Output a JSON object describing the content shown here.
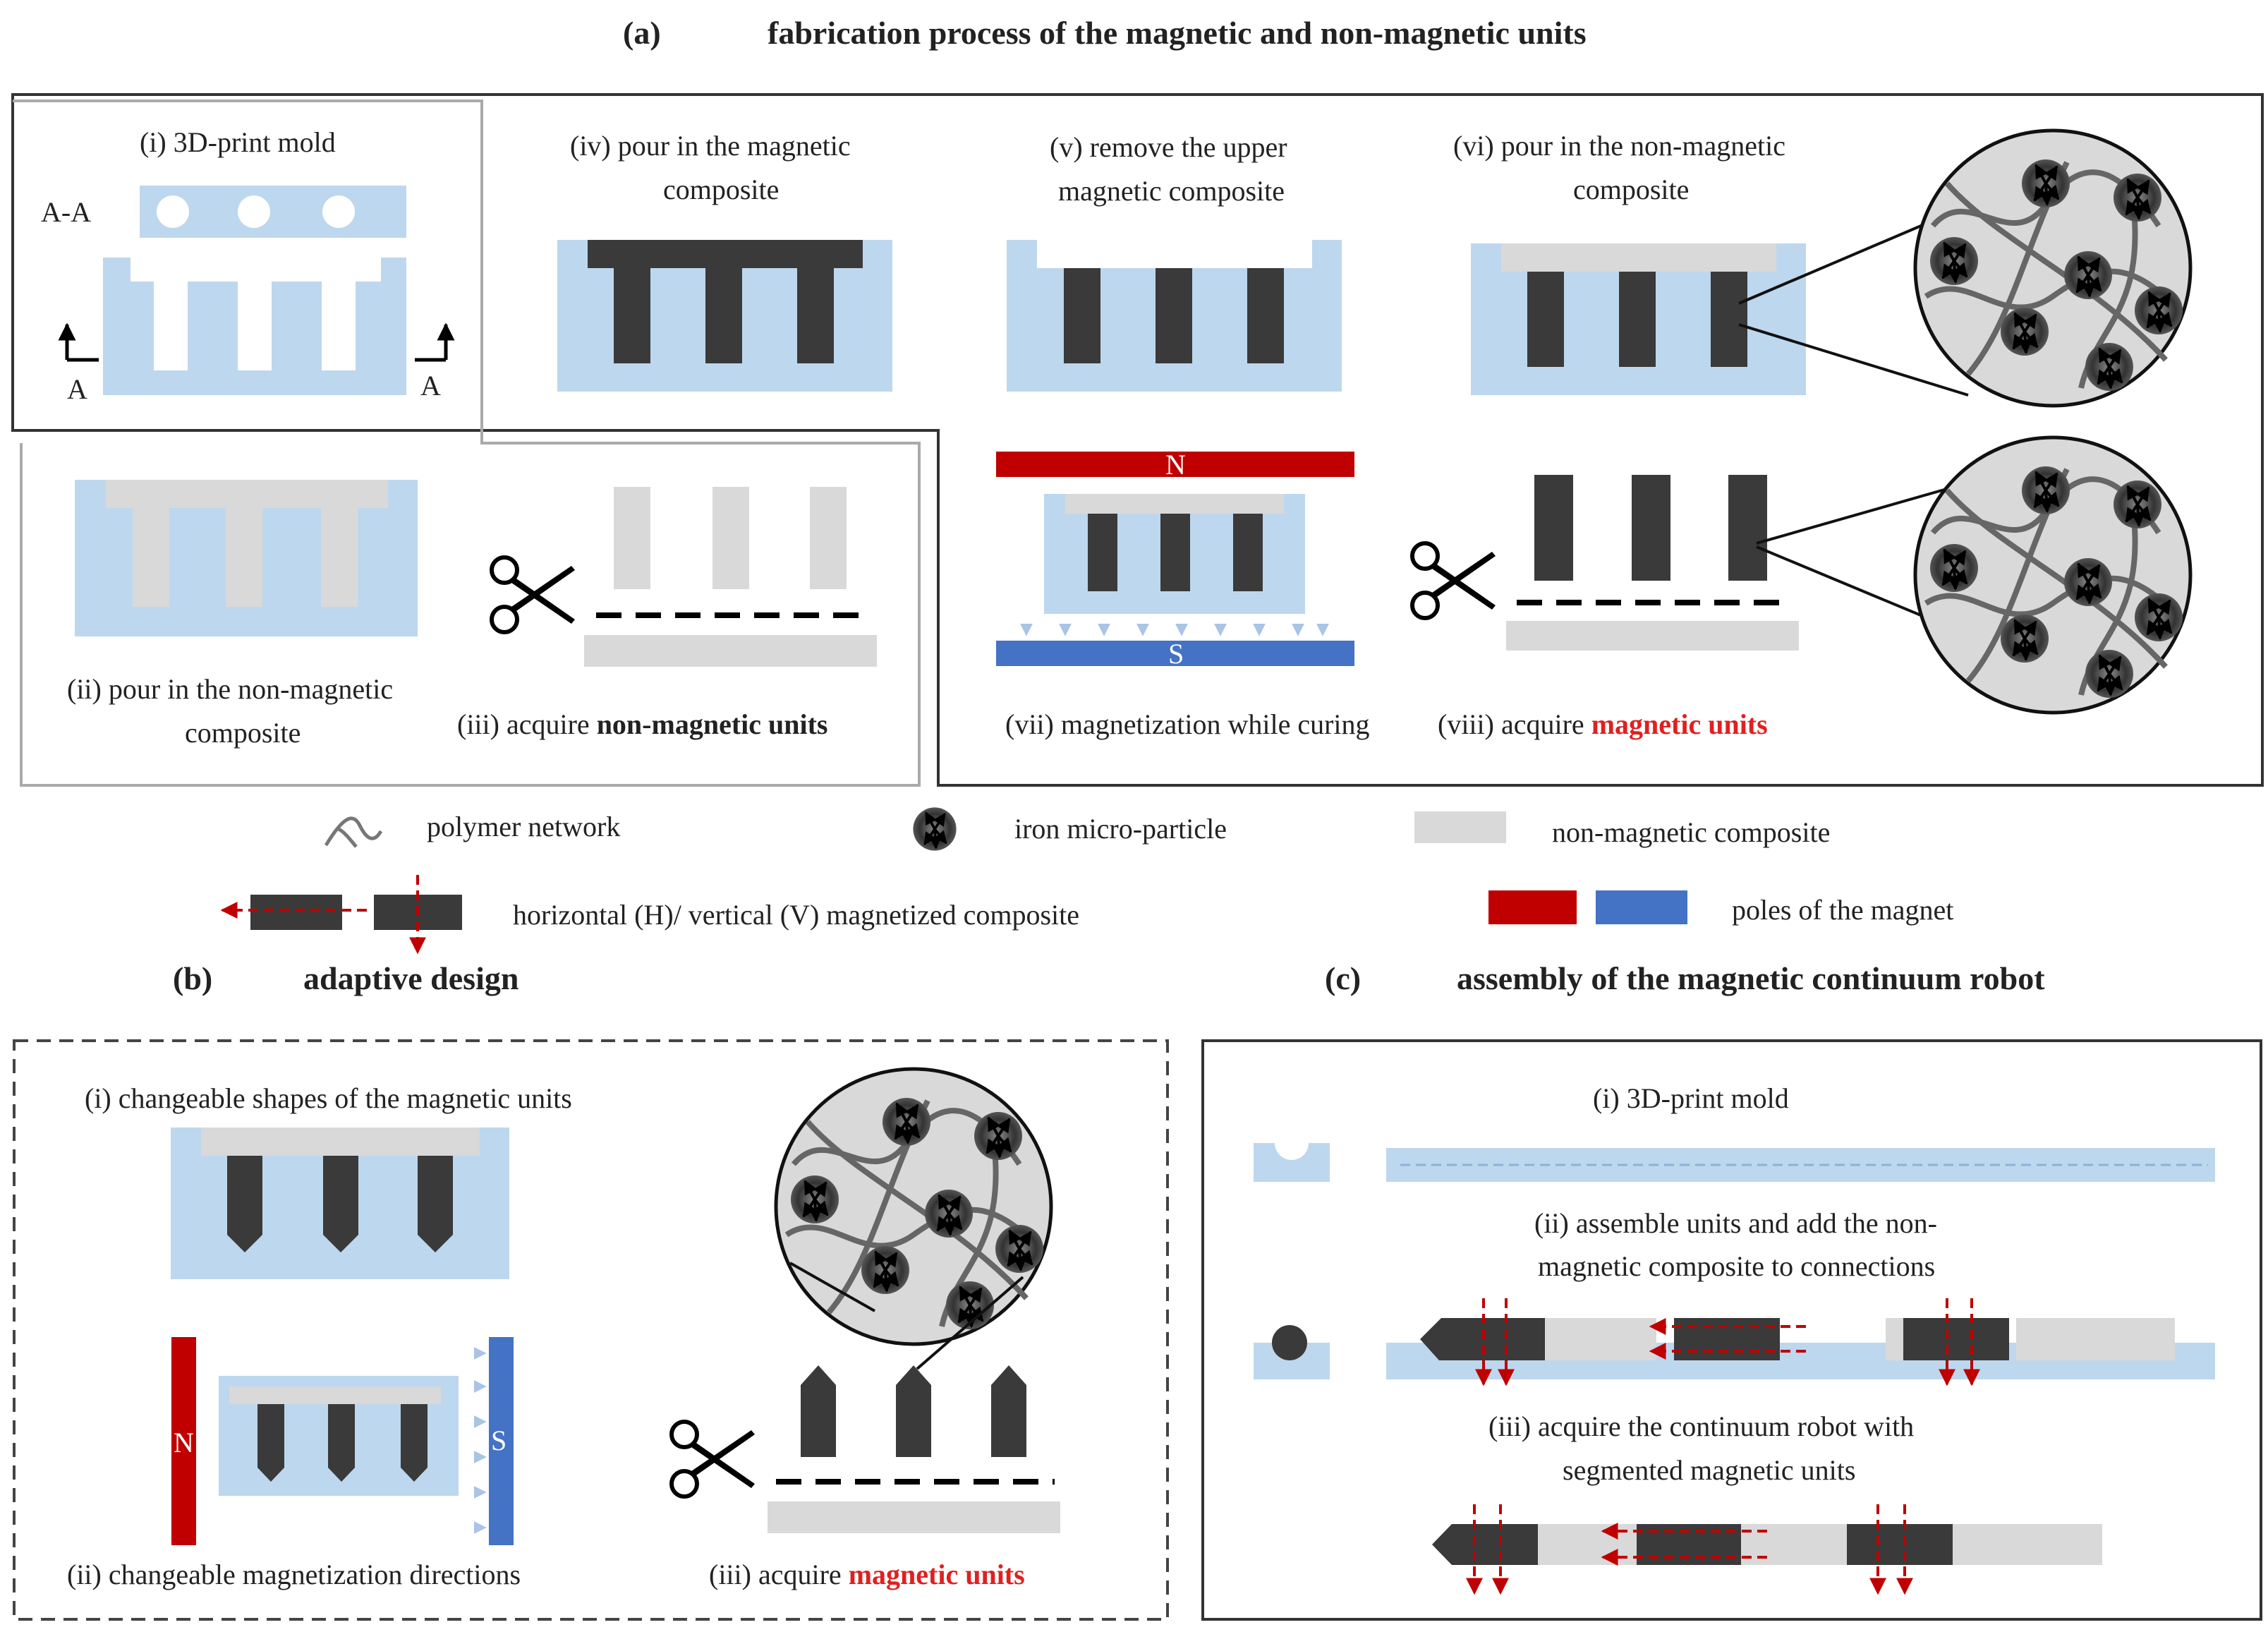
{
  "colors": {
    "mold_blue": "#bdd7ee",
    "magnetic_dark": "#3a3a3a",
    "non_magnetic_gray": "#d9d9d9",
    "pole_north_red": "#c00000",
    "pole_south_blue": "#4472c4",
    "highlight_red": "#e02020",
    "field_line_red": "#d03030",
    "field_line_blue": "#a9c4e6",
    "panel_border": "#333333",
    "panel_border_light": "#aaaaaa"
  },
  "section_a": {
    "letter": "(a)",
    "title": "fabrication process of the magnetic and non-magnetic units",
    "steps": {
      "s1": "(i)  3D-print mold",
      "s1_section": "A-A",
      "s1_arrow_label": "A",
      "s2_line1": "(ii)  pour in the non-magnetic",
      "s2_line2": "composite",
      "s3_prefix": "(iii)  acquire ",
      "s3_bold": "non-magnetic units",
      "s4_line1": "(iv)  pour in the magnetic",
      "s4_line2": "composite",
      "s5_line1": "(v)  remove the upper",
      "s5_line2": "magnetic composite",
      "s6_line1": "(vi)  pour in the non-magnetic",
      "s6_line2": "composite",
      "s7": "(vii)  magnetization while curing",
      "s7_north": "N",
      "s7_south": "S",
      "s8_prefix": "(viii)  acquire ",
      "s8_highlight": "magnetic units"
    }
  },
  "legend": {
    "polymer": "polymer network",
    "iron": "iron micro-particle",
    "nonmag": "non-magnetic  composite",
    "magnetized": "horizontal  (H)/  vertical  (V)  magnetized  composite",
    "poles": "poles of the magnet"
  },
  "section_b": {
    "letter": "(b)",
    "title": "adaptive design",
    "s1": "(i) changeable shapes of the magnetic units",
    "s2": "(ii) changeable  magnetization directions",
    "s2_north": "N",
    "s2_south": "S",
    "s3_prefix": "(iii) acquire ",
    "s3_highlight": "magnetic units"
  },
  "section_c": {
    "letter": "(c)",
    "title": "assembly of the magnetic continuum robot",
    "s1": "(i)  3D-print mold",
    "s2_line1": "(ii)  assemble units and add the non-",
    "s2_line2": "magnetic composite to connections",
    "s3_line1": "(iii)  acquire the continuum robot with",
    "s3_line2": "segmented magnetic units"
  }
}
